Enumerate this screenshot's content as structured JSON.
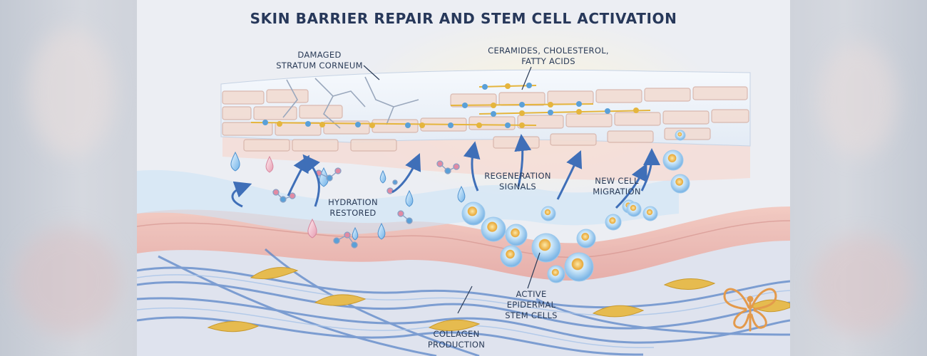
{
  "title": "SKIN BARRIER REPAIR AND STEM CELL ACTIVATION",
  "labels": {
    "damaged_sc_line1": "DAMAGED",
    "damaged_sc_line2": "STRATUM CORNEUM",
    "lipids_line1": "CERAMIDES, CHOLESTEROL,",
    "lipids_line2": "FATTY ACIDS",
    "hydration_line1": "HYDRATION",
    "hydration_line2": "RESTORED",
    "regen_line1": "REGENERATION",
    "regen_line2": "SIGNALS",
    "migration_line1": "NEW CELL",
    "migration_line2": "MIGRATION",
    "stem_line1": "ACTIVE",
    "stem_line2": "EPIDERMAL",
    "stem_line3": "STEM CELLS",
    "collagen_line1": "COLLAGEN",
    "collagen_line2": "PRODUCTION"
  },
  "colors": {
    "title": "#27385a",
    "label": "#2a3b57",
    "arrow": "#3f6fb8",
    "stem_cell": "#e8a838",
    "collagen": "#5b86c8",
    "logo": "#e39a4c"
  },
  "icons": [
    "water-drop-icon",
    "molecule-icon",
    "arrow-up-icon",
    "stem-cell-icon",
    "butterfly-logo-icon"
  ]
}
